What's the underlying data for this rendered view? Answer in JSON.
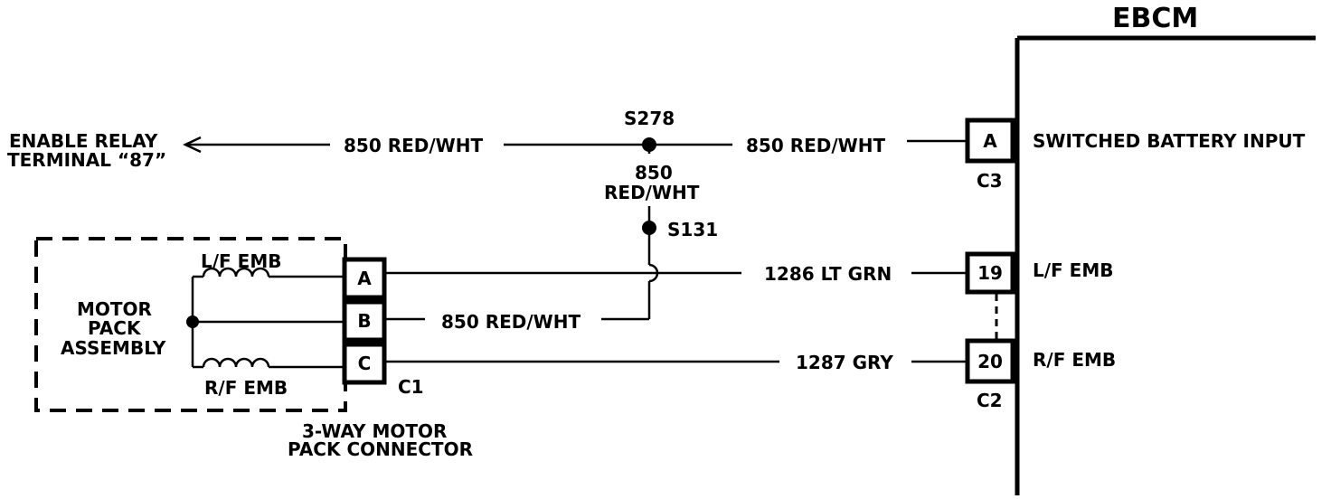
{
  "module": {
    "name": "EBCM"
  },
  "ebcm_pins": [
    {
      "pin": "A",
      "label": "SWITCHED BATTERY INPUT",
      "connector": "C3"
    },
    {
      "pin": "19",
      "label": "L/F EMB"
    },
    {
      "pin": "20",
      "label": "R/F EMB",
      "connector": "C2"
    }
  ],
  "relay": {
    "line1": "ENABLE RELAY",
    "line2": "TERMINAL “87”"
  },
  "wires": {
    "relay_to_splice": "850 RED/WHT",
    "splice_to_ebcm": "850 RED/WHT",
    "drop_line1": "850",
    "drop_line2": "RED/WHT",
    "pinA_to_19": "1286 LT GRN",
    "pinB_to_s131": "850 RED/WHT",
    "pinC_to_20": "1287 GRY"
  },
  "splices": {
    "upper": "S278",
    "lower": "S131"
  },
  "motor_pack": {
    "line1": "MOTOR",
    "line2": "PACK",
    "line3": "ASSEMBLY",
    "coil_top": "L/F EMB",
    "coil_bottom": "R/F EMB"
  },
  "connector_c1": {
    "pins": [
      "A",
      "B",
      "C"
    ],
    "label": "C1",
    "caption_line1": "3-WAY MOTOR",
    "caption_line2": "PACK CONNECTOR"
  }
}
